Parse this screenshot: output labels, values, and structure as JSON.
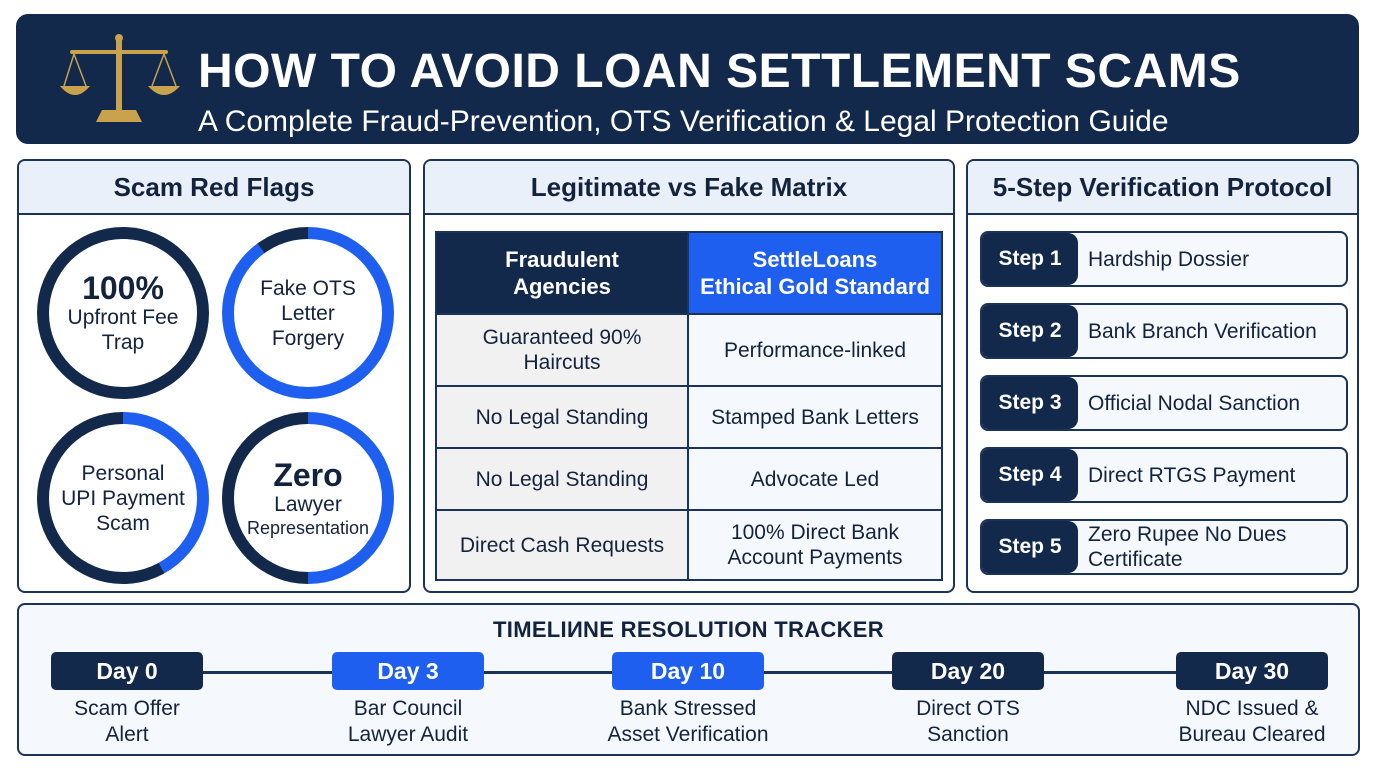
{
  "header": {
    "title": "HOW TO AVOID LOAN SETTLEMENT SCAMS",
    "subtitle": "A Complete Fraud-Prevention, OTS Verification & Legal Protection Guide",
    "icon": "scales-of-justice-icon"
  },
  "colors": {
    "navy": "#13294b",
    "accent_blue": "#1f5ff0",
    "panel_header": "#eaf0f9",
    "gold": "#c8a24c"
  },
  "red_flags": {
    "title": "Scam Red Flags",
    "items": [
      {
        "big": "100%",
        "lines": [
          "Upfront Fee",
          "Trap"
        ],
        "progress": 0
      },
      {
        "big": "",
        "lines": [
          "Fake OTS",
          "Letter",
          "Forgery"
        ],
        "progress": 0.9
      },
      {
        "big": "",
        "lines": [
          "Personal",
          "UPI Payment",
          "Scam"
        ],
        "progress": 0.42
      },
      {
        "big": "Zero",
        "lines": [
          "Lawyer"
        ],
        "small": "Representation",
        "progress": 0.5
      }
    ]
  },
  "matrix": {
    "title": "Legitimate vs Fake Matrix",
    "col_left": "Fraudulent\nAgencies",
    "col_right_1": "SettleLoans",
    "col_right_2": "Ethical Gold Standard",
    "rows": [
      {
        "fake": "Guaranteed 90%\nHaircuts",
        "legit": "Performance-linked"
      },
      {
        "fake": "No Legal Standing",
        "legit": "Stamped Bank Letters"
      },
      {
        "fake": "No Legal Standing",
        "legit": "Advocate Led"
      },
      {
        "fake": "Direct Cash Requests",
        "legit": "100% Direct Bank\nAccount Payments"
      }
    ]
  },
  "protocol": {
    "title": "5-Step Verification Protocol",
    "steps": [
      {
        "label": "Step 1",
        "text": "Hardship Dossier"
      },
      {
        "label": "Step 2",
        "text": "Bank Branch Verification"
      },
      {
        "label": "Step 3",
        "text": "Official Nodal Sanction"
      },
      {
        "label": "Step 4",
        "text": "Direct RTGS Payment"
      },
      {
        "label": "Step 5",
        "text": "Zero Rupee No Dues\nCertificate"
      }
    ]
  },
  "timeline": {
    "title": "TIMELIИNE RESOLUTION TRACKER",
    "milestones": [
      {
        "day": "Day 0",
        "label": "Scam Offer\nAlert",
        "style": "navy"
      },
      {
        "day": "Day 3",
        "label": "Bar Council\nLawyer Audit",
        "style": "blue"
      },
      {
        "day": "Day 10",
        "label": "Bank Stressed\nAsset Verification",
        "style": "blue"
      },
      {
        "day": "Day 20",
        "label": "Direct OTS\nSanction",
        "style": "navy"
      },
      {
        "day": "Day 30",
        "label": "NDC Issued &\nBureau Cleared",
        "style": "navy"
      }
    ]
  }
}
